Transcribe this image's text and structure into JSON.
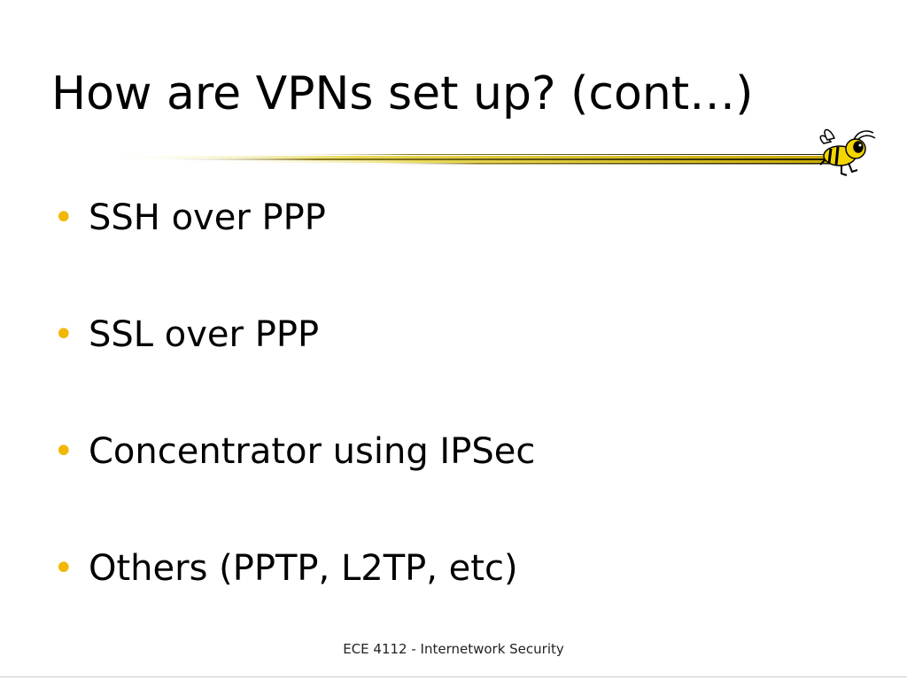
{
  "slide": {
    "title": "How are VPNs set up? (cont…)",
    "bullets": [
      {
        "text": "SSH over PPP"
      },
      {
        "text": "SSL over PPP"
      },
      {
        "text": "Concentrator using IPSec"
      },
      {
        "text": "Others (PPTP, L2TP, etc)"
      }
    ],
    "footer": "ECE 4112 - Internetwork Security"
  },
  "colors": {
    "bullet": "#f2b705",
    "rule_gold": "#d9c200",
    "rule_dark": "#2a2a00",
    "mascot_yellow": "#f5d500"
  },
  "icons": {
    "bullet": "bullet-dot-icon",
    "mascot": "yellow-jacket-mascot-icon"
  }
}
